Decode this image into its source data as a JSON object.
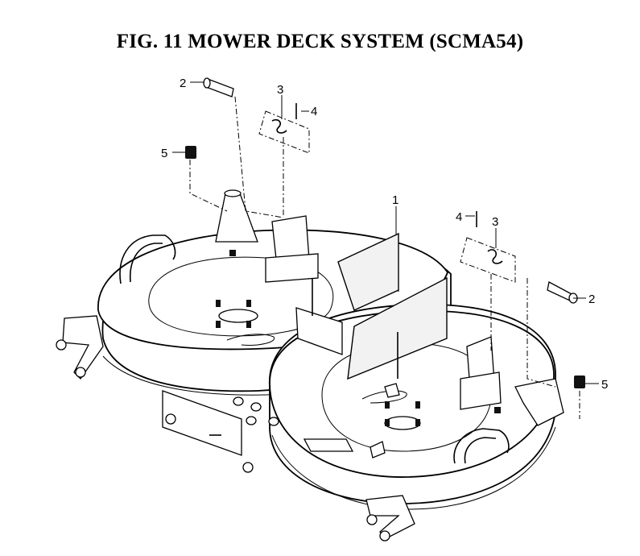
{
  "title": "FIG. 11  MOWER DECK SYSTEM (SCMA54)",
  "callouts": {
    "c1": "1",
    "c2_left": "2",
    "c3_left": "3",
    "c4_left": "4",
    "c5_left": "5",
    "c4_right": "4",
    "c3_right": "3",
    "c2_right": "2",
    "c5_right": "5"
  }
}
